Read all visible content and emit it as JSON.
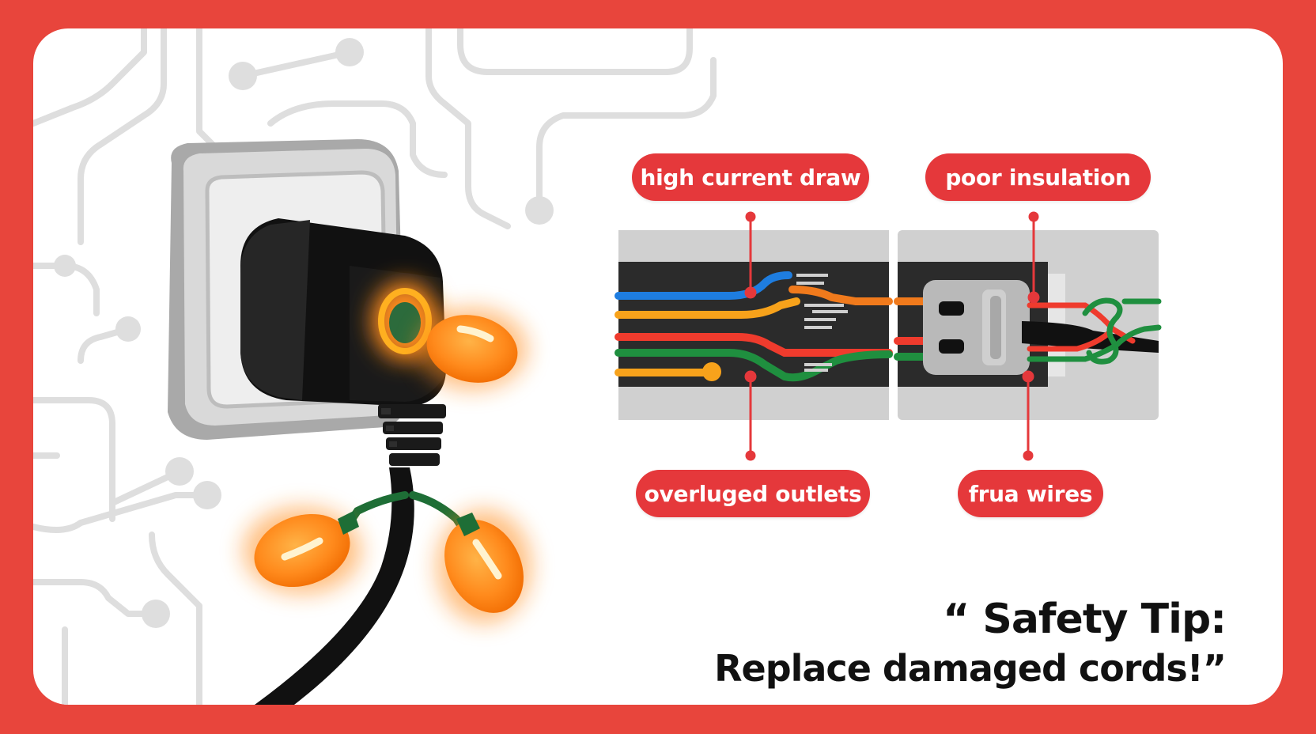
{
  "colors": {
    "frame": "#e8453c",
    "card": "#ffffff",
    "label_pill": "#e5383b",
    "bulb_glow": "#ff8c1a",
    "wire_blue": "#1e7de0",
    "wire_orange": "#f7a21b",
    "wire_red": "#ef3b2d",
    "wire_green": "#1f8f3f"
  },
  "icons": [
    "circuit-trace-pattern",
    "wall-outlet-icon",
    "plug-icon",
    "christmas-bulb-icon",
    "damaged-cable-icon",
    "outlet-socket-icon"
  ],
  "labels": {
    "high_current_draw": "high current draw",
    "poor_insulation": "poor insulation",
    "overloaded_outlets": "overluged outlets",
    "frayed_wires": "frua wires"
  },
  "tip": {
    "line1": "“ Safety Tip:",
    "line2": "Replace damaged cords!”"
  }
}
